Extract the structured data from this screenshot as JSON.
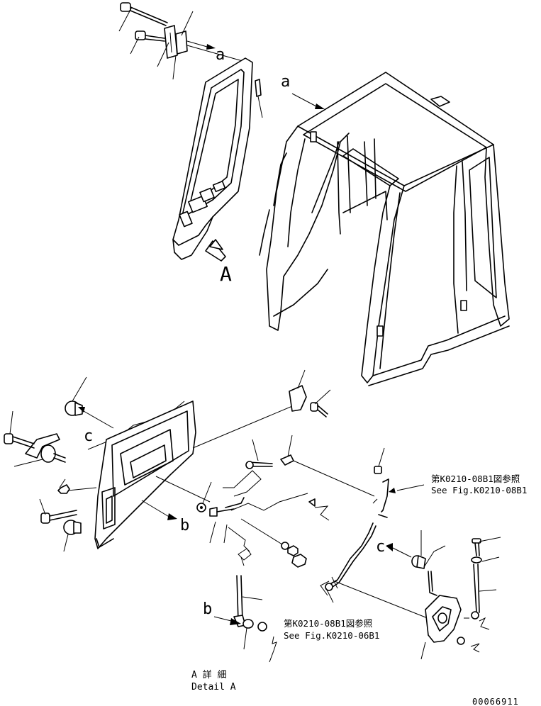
{
  "labels": {
    "a_top": "a",
    "a_cab": "a",
    "view_A": "A",
    "c_left": "c",
    "b_mid": "b",
    "c_right": "c",
    "b_bottom": "b"
  },
  "refs": {
    "ref1_jp": "第K0210-08B1図参照",
    "ref1_en": "See Fig.K0210-08B1",
    "ref2_jp": "第K0210-08B1図参照",
    "ref2_en": "See Fig.K0210-06B1"
  },
  "detail": {
    "jp": "A 詳 細",
    "en": "Detail A"
  },
  "drawing_number": "00066911"
}
